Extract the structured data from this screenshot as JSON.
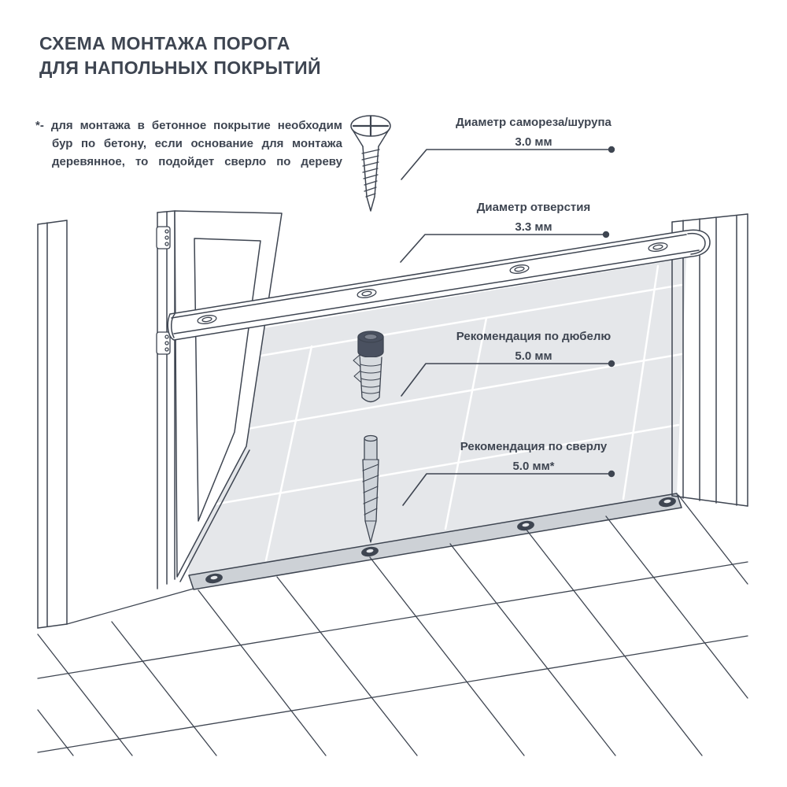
{
  "title": {
    "line1": "СХЕМА МОНТАЖА ПОРОГА",
    "line2": "ДЛЯ НАПОЛЬНЫХ ПОКРЫТИЙ"
  },
  "note": {
    "marker": "*-",
    "line1": "для монтажа в бетонное покрытие необходим",
    "line2": "бур по бетону, если основание для монтажа",
    "line3": "деревянное, то подойдет сверло по дереву"
  },
  "callouts": [
    {
      "id": "screw-diameter",
      "label": "Диаметр самореза/шурупа",
      "value": "3.0 мм"
    },
    {
      "id": "hole-diameter",
      "label": "Диаметр отверстия",
      "value": "3.3 мм"
    },
    {
      "id": "dowel-recommendation",
      "label": "Рекомендация по дюбелю",
      "value": "5.0 мм"
    },
    {
      "id": "drill-recommendation",
      "label": "Рекомендация по сверлу",
      "value": "5.0 мм*"
    }
  ],
  "illustration": {
    "icons": [
      "screw-illustration",
      "threshold-profile-illustration",
      "dowel-illustration",
      "drill-bit-illustration",
      "doorway-illustration"
    ]
  },
  "colors": {
    "line": "#3e4551",
    "text": "#3e4551",
    "shade_light": "#e5e7ea",
    "shade_strip": "#cdd1d6",
    "hole_dark": "#3e4551",
    "background": "#ffffff"
  }
}
